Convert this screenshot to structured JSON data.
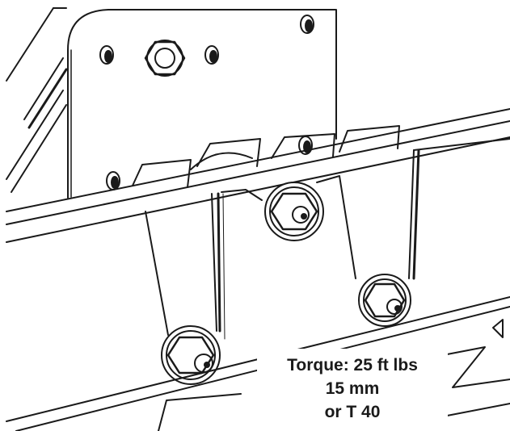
{
  "callout": {
    "torque": "Torque: 25 ft lbs",
    "size_mm": "15 mm",
    "size_torx": "or T 40"
  },
  "colors": {
    "line": "#1a1a1a",
    "background": "#ffffff"
  },
  "icons": [
    "hex-bolt-icon",
    "spring-tensioner-icon",
    "mounting-hole-icon"
  ]
}
